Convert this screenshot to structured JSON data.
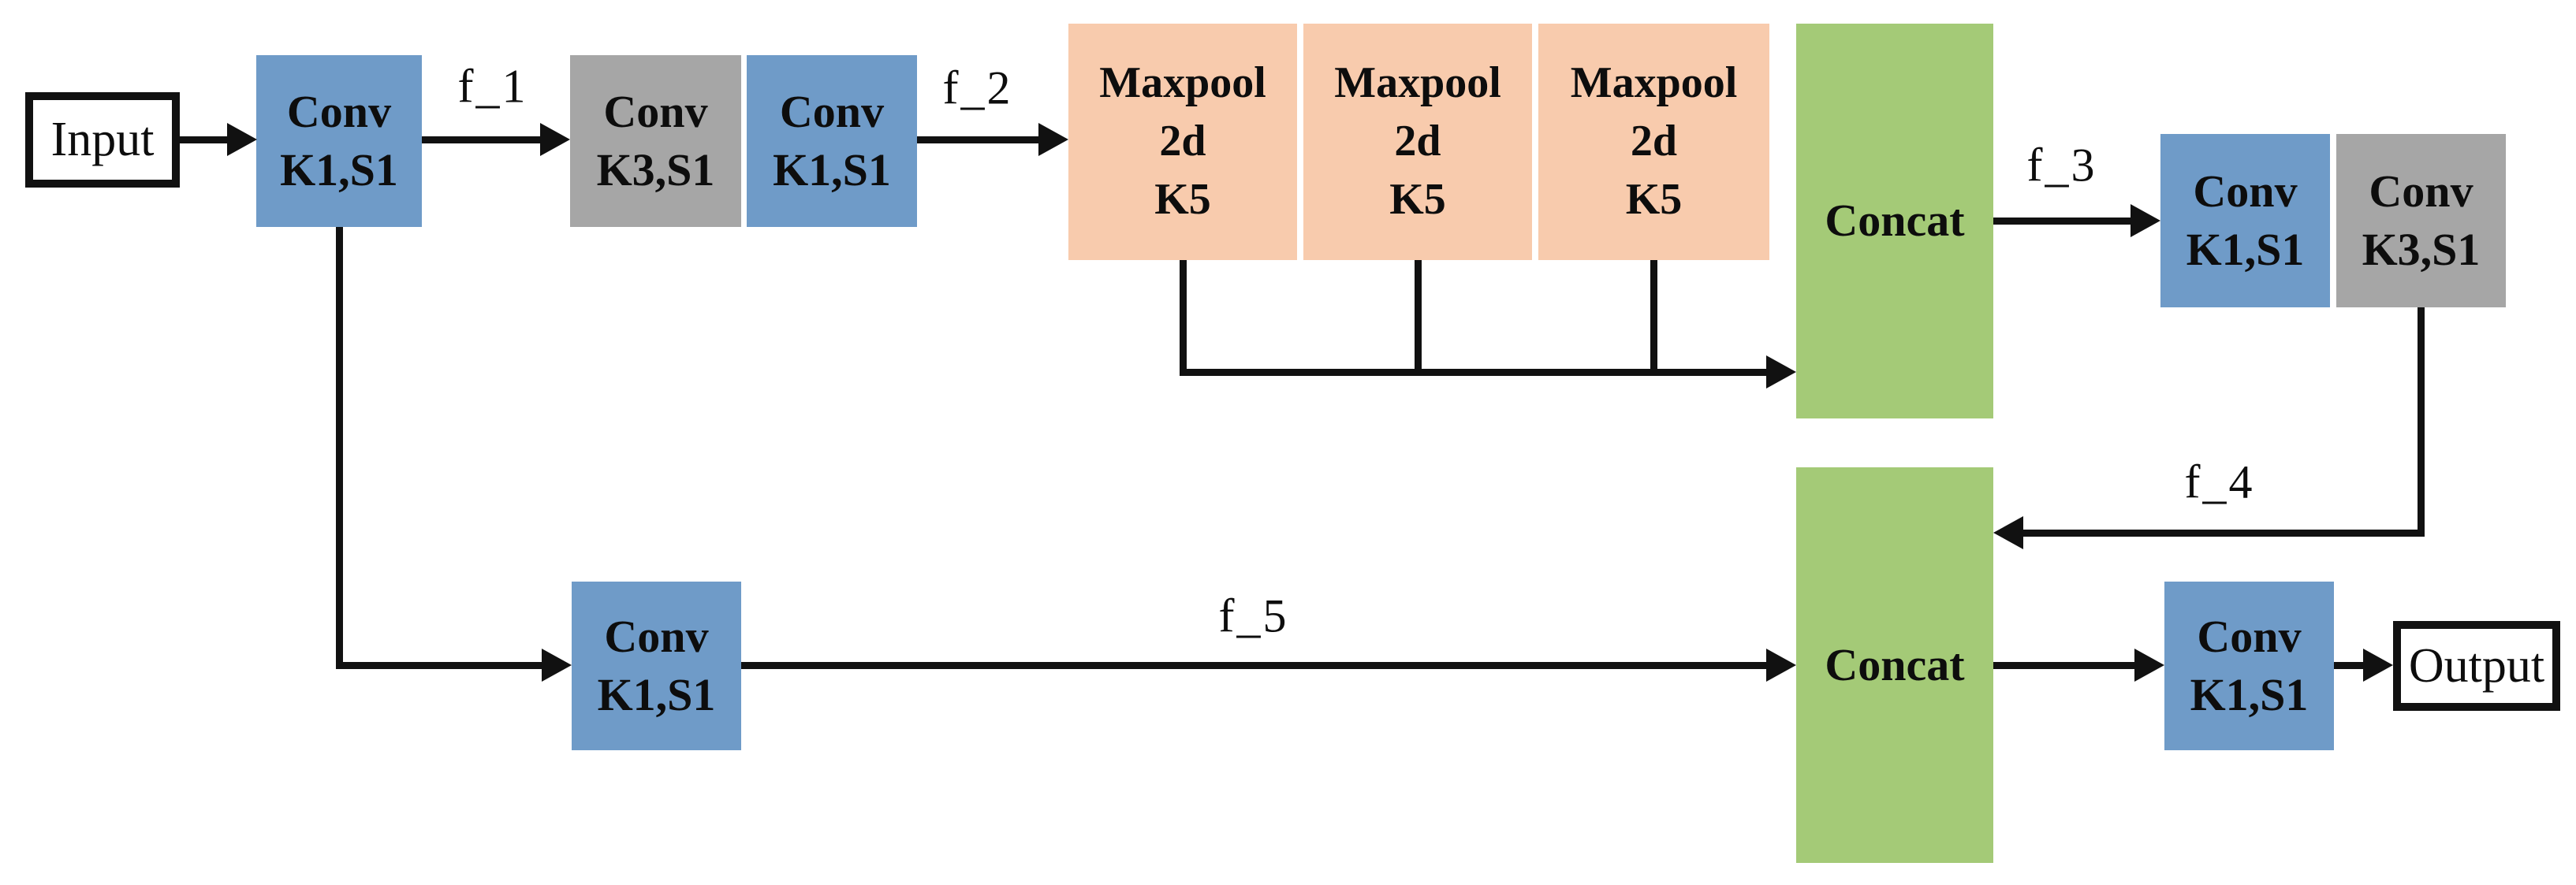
{
  "colors": {
    "node_blue": "#6f9bc8",
    "node_gray": "#a6a6a6",
    "node_peach": "#f8cbad",
    "node_green": "#a4ca77",
    "line_black": "#111111"
  },
  "nodes": {
    "input": {
      "label": "Input"
    },
    "conv_a": {
      "line1": "Conv",
      "line2": "K1,S1"
    },
    "conv_b": {
      "line1": "Conv",
      "line2": "K3,S1"
    },
    "conv_c": {
      "line1": "Conv",
      "line2": "K1,S1"
    },
    "maxpool_1": {
      "line1": "Maxpool",
      "line2": "2d",
      "line3": "K5"
    },
    "maxpool_2": {
      "line1": "Maxpool",
      "line2": "2d",
      "line3": "K5"
    },
    "maxpool_3": {
      "line1": "Maxpool",
      "line2": "2d",
      "line3": "K5"
    },
    "concat_1": {
      "label": "Concat"
    },
    "conv_d": {
      "line1": "Conv",
      "line2": "K1,S1"
    },
    "conv_e": {
      "line1": "Conv",
      "line2": "K3,S1"
    },
    "concat_2": {
      "label": "Concat"
    },
    "conv_f": {
      "line1": "Conv",
      "line2": "K1,S1"
    },
    "conv_g": {
      "line1": "Conv",
      "line2": "K1,S1"
    },
    "output": {
      "label": "Output"
    }
  },
  "edge_labels": {
    "f1": "f_1",
    "f2": "f_2",
    "f3": "f_3",
    "f4": "f_4",
    "f5": "f_5"
  }
}
